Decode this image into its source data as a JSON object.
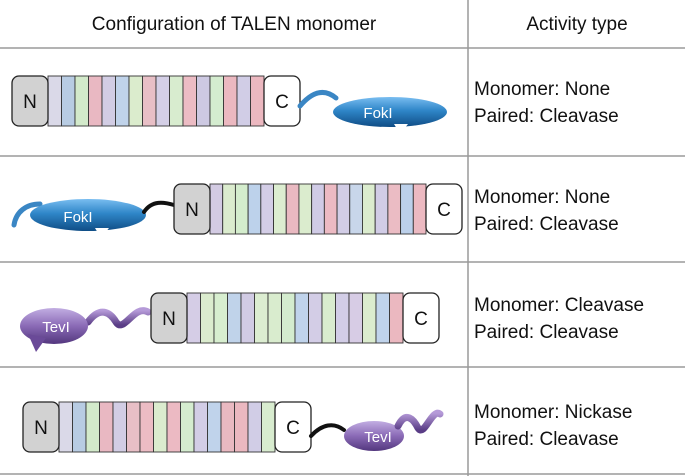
{
  "header": {
    "configuration": "Configuration of TALEN monomer",
    "activity": "Activity type"
  },
  "rows": [
    {
      "domain_label": "FokI",
      "n_label": "N",
      "c_label": "C",
      "monomer_activity": "Monomer: None",
      "paired_activity": "Paired: Cleavase",
      "repeat_colors": [
        "#dad9e8",
        "#b8cce3",
        "#d3eacb",
        "#e9b8c2",
        "#d2cde4",
        "#c0d3ea",
        "#dbeccd",
        "#e8bfc6",
        "#d4cfe6",
        "#d8eccf",
        "#ecbcc4",
        "#cdc9e2",
        "#d4eccf",
        "#ebb8c0",
        "#d1cde6",
        "#ecb8c0"
      ]
    },
    {
      "domain_label": "FokI",
      "n_label": "N",
      "c_label": "C",
      "monomer_activity": "Monomer: None",
      "paired_activity": "Paired: Cleavase",
      "repeat_colors": [
        "#d3cbe3",
        "#dbecce",
        "#d4edcd",
        "#bdd2eb",
        "#d3cde6",
        "#dcedd0",
        "#e9b9c1",
        "#dbecce",
        "#d0cbe6",
        "#ecbac3",
        "#d2cde6",
        "#c8d6ea",
        "#dbecce",
        "#d1cce6",
        "#ebbcc4",
        "#bcd0ea",
        "#ecb9c1"
      ]
    },
    {
      "domain_label": "TevI",
      "n_label": "N",
      "c_label": "C",
      "monomer_activity": "Monomer: Cleavase",
      "paired_activity": "Paired: Cleavase",
      "repeat_colors": [
        "#d5cde6",
        "#dbecce",
        "#d7eecf",
        "#c0d3ea",
        "#d1cbe4",
        "#dcedd1",
        "#d9ecce",
        "#d4ecce",
        "#c0d3eb",
        "#d3cde6",
        "#d9ecce",
        "#d2cde6",
        "#d7cce5",
        "#dbecce",
        "#c0d3eb",
        "#ebb8c0"
      ]
    },
    {
      "domain_label": "TevI",
      "n_label": "N",
      "c_label": "C",
      "monomer_activity": "Monomer: Nickase",
      "paired_activity": "Paired: Cleavase",
      "repeat_colors": [
        "#dad9e8",
        "#b8cce3",
        "#d3eacb",
        "#e9b8c2",
        "#d2cde4",
        "#e8bfc6",
        "#ecbcc4",
        "#dbecce",
        "#ecbac3",
        "#d4eccf",
        "#d2cde6",
        "#c0d3eb",
        "#e9b9c1",
        "#ebb8c0",
        "#d1cde6",
        "#d8eccf"
      ]
    }
  ],
  "colors": {
    "grid": "#9a9a9a",
    "n_box": "#d2d2d2",
    "c_box": "#ffffff",
    "fokI": "#2f86c8",
    "tevI": "#8a6ab6",
    "linker_fokI": "#3a86c4",
    "linker_black": "#111111"
  }
}
